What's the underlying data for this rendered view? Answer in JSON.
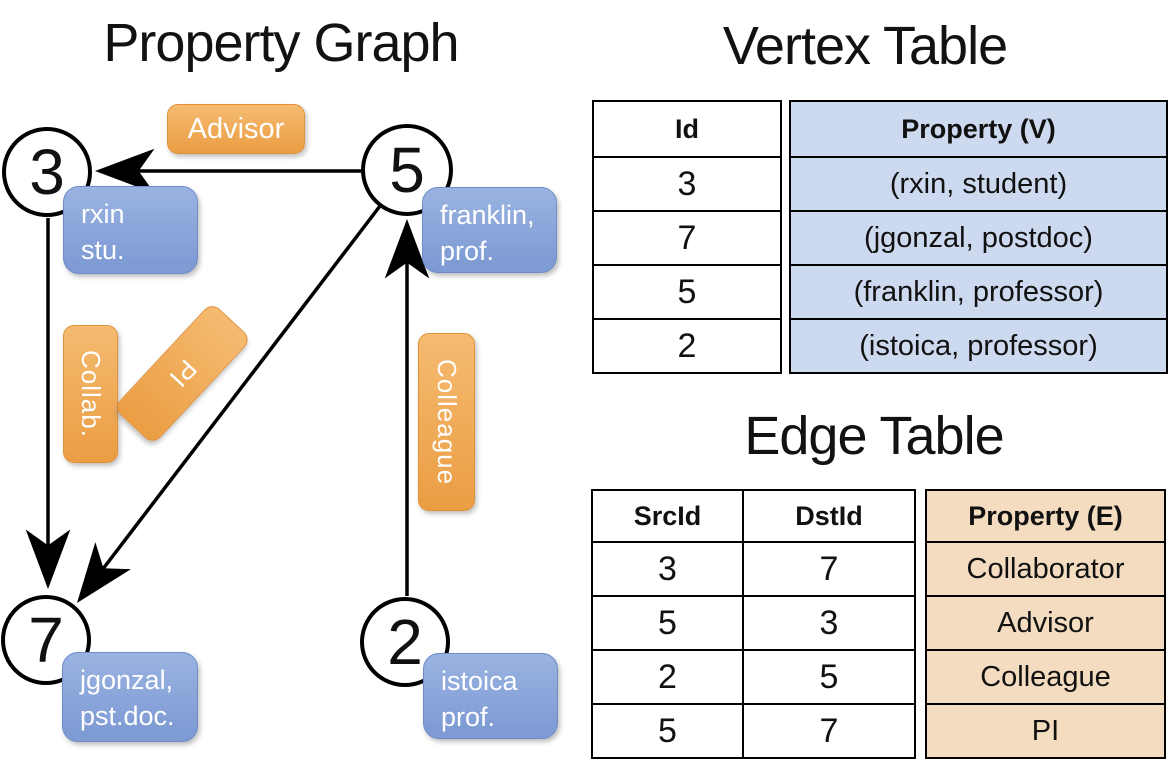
{
  "graph": {
    "title": "Property Graph",
    "nodes": [
      {
        "id": "3",
        "label_lines": [
          "rxin",
          "stu."
        ]
      },
      {
        "id": "5",
        "label_lines": [
          "franklin,",
          "prof."
        ]
      },
      {
        "id": "7",
        "label_lines": [
          "jgonzal,",
          "pst.doc."
        ]
      },
      {
        "id": "2",
        "label_lines": [
          "istoica",
          "prof."
        ]
      }
    ],
    "edge_labels": {
      "advisor": "Advisor",
      "collab": "Collab.",
      "pi": "PI",
      "colleague": "Colleague"
    }
  },
  "vertex_table": {
    "title": "Vertex Table",
    "columns": [
      "Id",
      "Property (V)"
    ],
    "rows": [
      [
        "3",
        "(rxin, student)"
      ],
      [
        "7",
        "(jgonzal, postdoc)"
      ],
      [
        "5",
        "(franklin, professor)"
      ],
      [
        "2",
        "(istoica, professor)"
      ]
    ]
  },
  "edge_table": {
    "title": "Edge Table",
    "columns": [
      "SrcId",
      "DstId",
      "Property (E)"
    ],
    "rows": [
      [
        "3",
        "7",
        "Collaborator"
      ],
      [
        "5",
        "3",
        "Advisor"
      ],
      [
        "2",
        "5",
        "Colleague"
      ],
      [
        "5",
        "7",
        "PI"
      ]
    ]
  },
  "colors": {
    "vertex_property_bg": "#cdd9ee",
    "edge_property_bg": "#f4dcc1",
    "node_box_blue_top": "#9ab3e1",
    "node_box_blue_bottom": "#7e9bd4",
    "edge_label_orange_top": "#f5bb71",
    "edge_label_orange_bottom": "#eb9d43",
    "line_color": "#000000"
  }
}
